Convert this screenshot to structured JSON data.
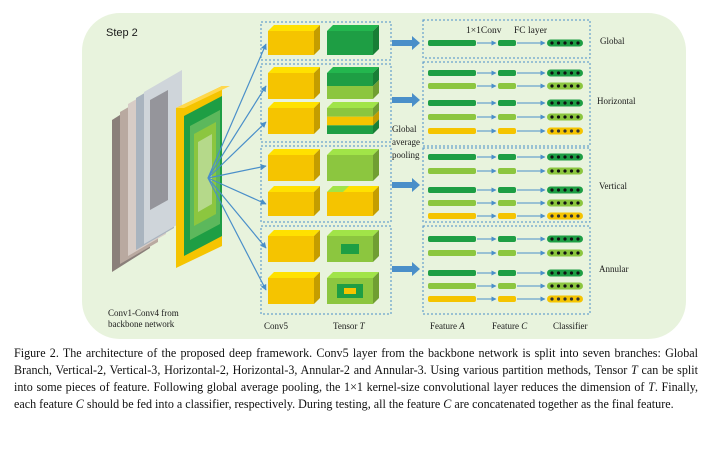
{
  "diagram": {
    "step_label": "Step 2",
    "backbone_label_line1": "Conv1-Conv4 from",
    "backbone_label_line2": "backbone network",
    "gap_label_line1": "Global",
    "gap_label_line2": "average",
    "gap_label_line3": "pooling",
    "conv_label": "1×1Conv",
    "fc_label": "FC layer",
    "branches": [
      "Global",
      "Horizontal",
      "Vertical",
      "Annular"
    ],
    "bottom_labels": {
      "conv5": "Conv5",
      "tensor": "Tensor",
      "tensor_var": "T",
      "feature_a": "Feature",
      "feature_a_var": "A",
      "feature_c": "Feature",
      "feature_c_var": "C",
      "classifier": "Classifier"
    },
    "colors": {
      "panel_bg": "#e8f3dd",
      "yellow": "#f5c400",
      "dark_green": "#1e9e44",
      "light_green": "#8cc63f",
      "arrow_blue": "#4a8fc9",
      "dot_fill": "#f5c400"
    }
  },
  "caption": {
    "p1": "Figure 2. The architecture of the proposed deep framework. Conv5 layer from the backbone network is split into seven branches: Global Branch, Vertical-2, Vertical-3, Horizontal-2, Horizontal-3, Annular-2 and Annular-3. Using various partition methods, Tensor ",
    "v1": "T",
    "p2": " can be split into some pieces of feature. Following global average pooling, the 1×1 kernel-size convolutional layer reduces the dimension of ",
    "v2": "T",
    "p3": ". Finally, each feature ",
    "v3": "C",
    "p4": " should be fed into a classifier, respectively. During testing, all the feature ",
    "v4": "C",
    "p5": " are concatenated together as the final feature."
  }
}
